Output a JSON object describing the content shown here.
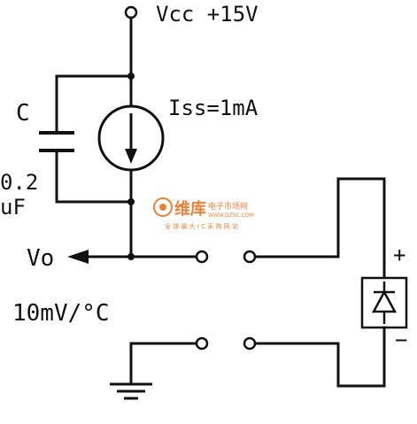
{
  "labels": {
    "vcc": "Vcc +15V",
    "iss": "Iss=1mA",
    "cap_name": "C",
    "cap_value_line1": "0.2",
    "cap_value_line2": "uF",
    "output": "Vo",
    "scale": "10mV/°C",
    "plus": "+",
    "minus": "−"
  },
  "watermark": {
    "main": "维库",
    "side": "电子市场网",
    "url": "WWW.DZSC.COM",
    "sub": "全 球 最 大 I C 采 购 网 站"
  },
  "colors": {
    "ink": "#111111",
    "watermark": "#e8823a"
  }
}
